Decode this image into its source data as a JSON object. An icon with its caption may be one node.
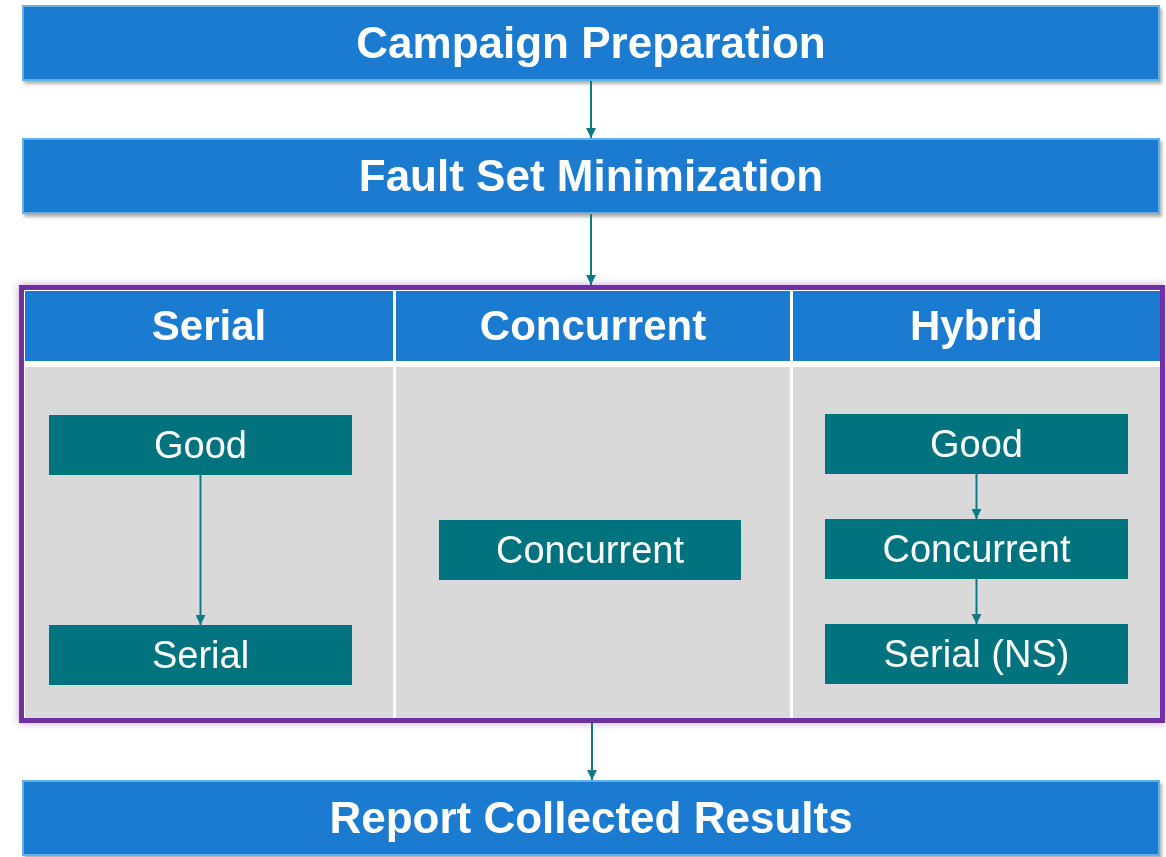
{
  "diagram": {
    "nodes": [
      {
        "text": [
          "Campaign Preparation"
        ]
      },
      {
        "text": [
          "Fault Set Minimization"
        ]
      },
      {
        "text": [],
        "shape": "box"
      },
      {
        "text": [
          "Serial"
        ],
        "in": 2
      },
      {
        "text": [
          "Concurrent"
        ],
        "in": 2
      },
      {
        "text": [
          "Hybrid"
        ],
        "in": 2
      },
      {
        "text": [
          "Good"
        ],
        "in": 3
      },
      {
        "text": [
          "Serial"
        ],
        "in": 3
      },
      {
        "text": [
          "Concurrent"
        ],
        "in": 4
      },
      {
        "text": [
          "Good"
        ],
        "in": 5
      },
      {
        "text": [
          "Concurrent"
        ],
        "in": 5
      },
      {
        "text": [
          "Serial (NS)"
        ],
        "in": 5
      },
      {
        "text": [
          "Report Collected Results"
        ]
      }
    ],
    "edges": [
      {
        "from": 0,
        "to": 1,
        "arrow": "to"
      },
      {
        "from": 1,
        "to": 2,
        "arrow": "to"
      },
      {
        "from": 6,
        "to": 7,
        "arrow": "to"
      },
      {
        "from": 9,
        "to": 10,
        "arrow": "to"
      },
      {
        "from": 10,
        "to": 11,
        "arrow": "to"
      },
      {
        "from": 2,
        "to": 12,
        "arrow": "to"
      }
    ]
  }
}
